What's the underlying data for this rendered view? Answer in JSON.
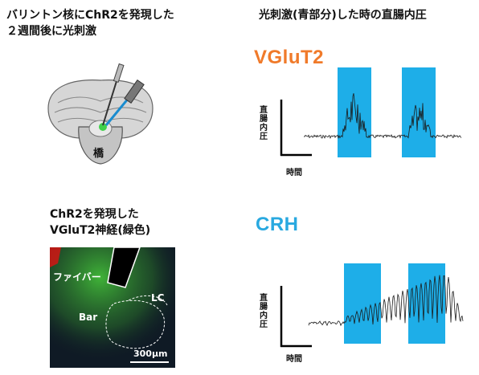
{
  "captions": {
    "top_left_line1": "バリントン核にChR2を発現した",
    "top_left_line2": "２週間後に光刺激",
    "top_right": "光刺激(青部分)した時の直腸内圧",
    "mid_left_line1": "ChR2を発現した",
    "mid_left_line2": "VGluT2神経(緑色)"
  },
  "brain_diagram": {
    "pons_label": "橋"
  },
  "micrograph": {
    "fiber_label": "ファイバー",
    "lc_label": "LC",
    "bar_label": "Bar",
    "scale_label": "300μm"
  },
  "trace_vglut2": {
    "title": "VGluT2",
    "title_color": "#f07a2a",
    "ylabel": "直腸内圧",
    "xlabel": "時間",
    "stim_color": "#1eaee8"
  },
  "trace_crh": {
    "title": "CRH",
    "title_color": "#29a9e0",
    "ylabel": "直腸内圧",
    "xlabel": "時間",
    "stim_color": "#1eaee8"
  }
}
